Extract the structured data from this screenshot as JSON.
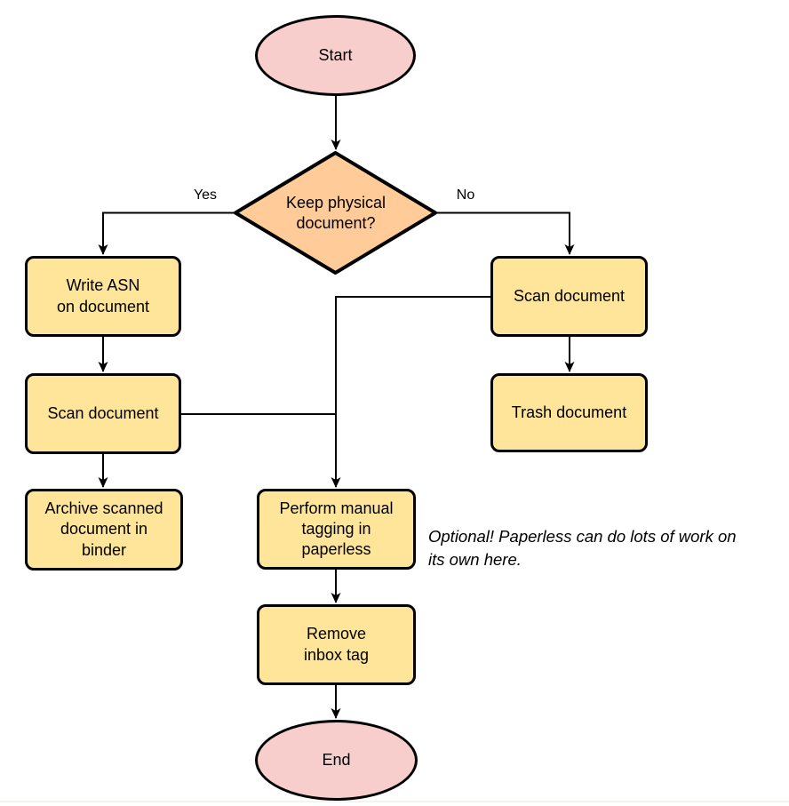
{
  "flowchart": {
    "nodes": {
      "start": "Start",
      "decision": "Keep physical\ndocument?",
      "write_asn": "Write ASN\non document",
      "scan_left": "Scan document",
      "archive": "Archive scanned\ndocument in\nbinder",
      "scan_right": "Scan document",
      "trash": "Trash document",
      "tagging": "Perform manual\ntagging in\npaperless",
      "remove_inbox": "Remove\ninbox tag",
      "end": "End"
    },
    "edge_labels": {
      "yes": "Yes",
      "no": "No"
    },
    "note": "Optional! Paperless can do lots of work on\nits own here.",
    "colors": {
      "terminal_fill": "#f8cecc",
      "decision_fill": "#ffcc99",
      "process_fill": "#ffe599",
      "stroke": "#000000"
    }
  }
}
